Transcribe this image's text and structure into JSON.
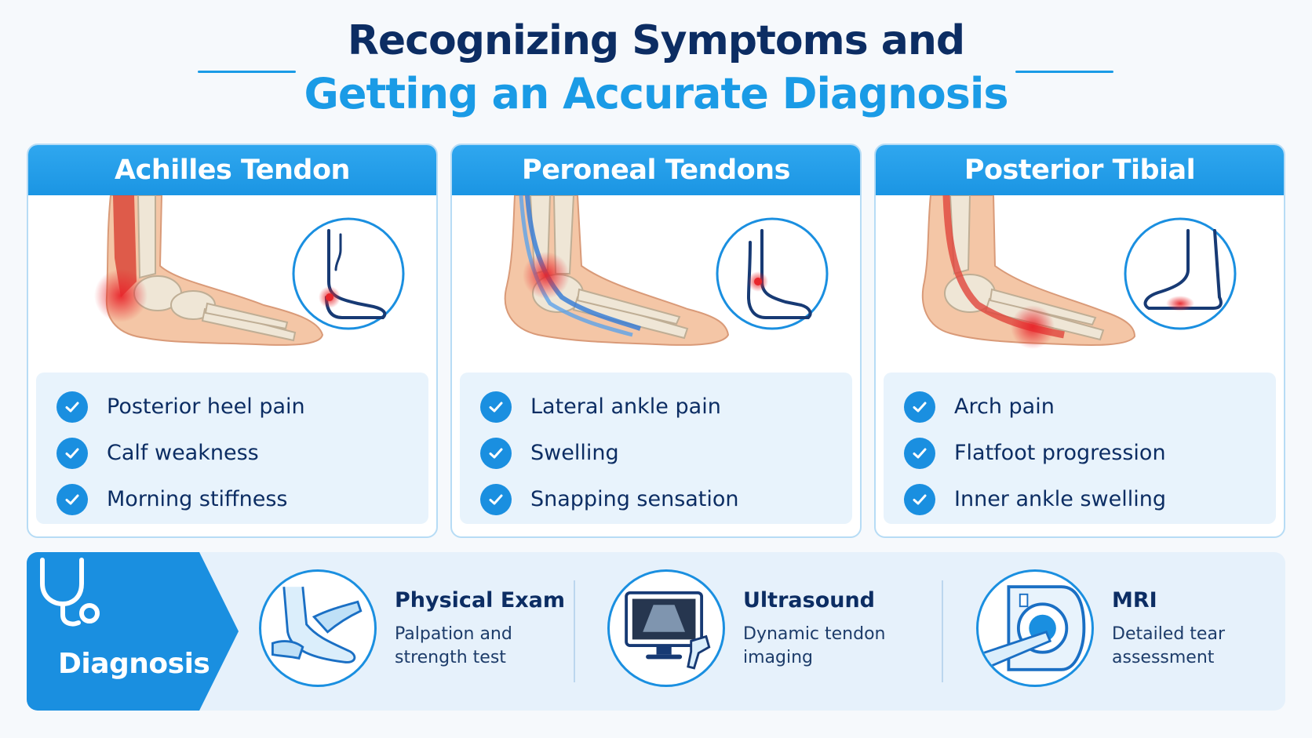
{
  "header": {
    "title_line1": "Recognizing Symptoms and",
    "title_line2": "Getting an Accurate Diagnosis"
  },
  "colors": {
    "navy": "#0c2d63",
    "accent_blue": "#1a9be6",
    "panel_blue": "#e8f3fc",
    "pain_red": "#e8252b"
  },
  "cards": [
    {
      "title": "Achilles Tendon",
      "illustration": "foot-achilles-icon",
      "symptoms": [
        "Posterior heel pain",
        "Calf weakness",
        "Morning stiffness"
      ]
    },
    {
      "title": "Peroneal Tendons",
      "illustration": "foot-peroneal-icon",
      "symptoms": [
        "Lateral ankle pain",
        "Swelling",
        "Snapping sensation"
      ]
    },
    {
      "title": "Posterior Tibial",
      "illustration": "foot-posterior-tibial-icon",
      "symptoms": [
        "Arch pain",
        "Flatfoot progression",
        "Inner ankle swelling"
      ]
    }
  ],
  "diagnosis": {
    "label": "Diagnosis",
    "icon": "stethoscope-icon",
    "methods": [
      {
        "title": "Physical Exam",
        "desc": "Palpation and strength test",
        "icon": "hands-exam-icon"
      },
      {
        "title": "Ultrasound",
        "desc": "Dynamic tendon imaging",
        "icon": "ultrasound-monitor-icon"
      },
      {
        "title": "MRI",
        "desc": "Detailed tear assessment",
        "icon": "mri-scanner-icon"
      }
    ]
  }
}
